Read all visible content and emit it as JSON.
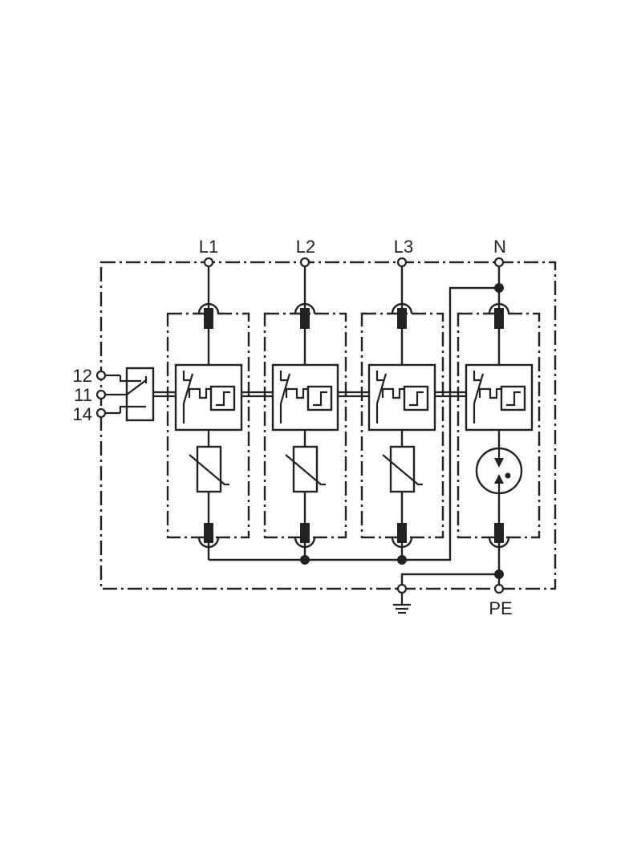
{
  "labels": {
    "l1": "L1",
    "l2": "L2",
    "l3": "L3",
    "n": "N",
    "pe": "PE",
    "contact_12": "12",
    "contact_11": "11",
    "contact_14": "14"
  },
  "icons": {
    "ground": "earth-ground-icon",
    "varistor": "varistor-icon",
    "gas_discharge_tube": "spark-gap-icon",
    "thermal_disconnector": "thermal-disconnector-icon",
    "fuse": "fuse-icon",
    "remote_contact": "changeover-contact-icon"
  },
  "colors": {
    "line": "#222222",
    "background": "#ffffff"
  }
}
